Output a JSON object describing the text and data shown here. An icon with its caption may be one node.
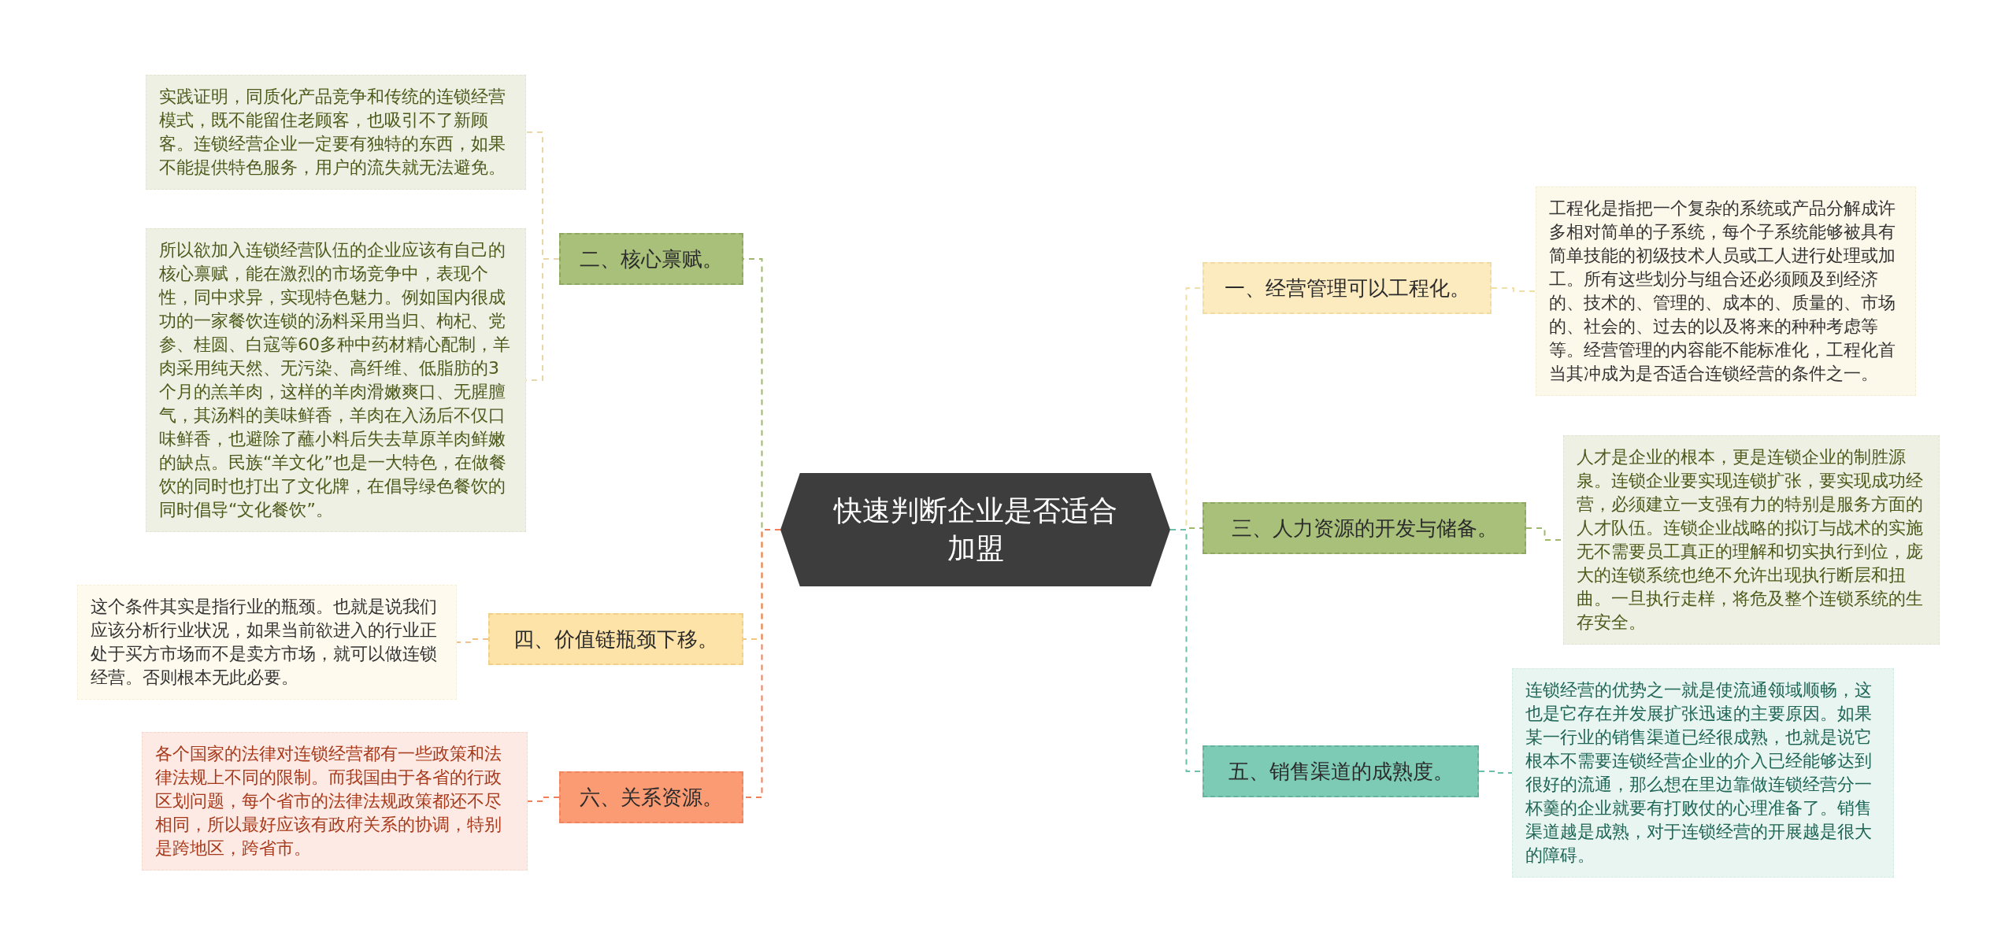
{
  "diagram": {
    "nodes": [
      {
        "text": [
          "快速判断企业是否适合加盟"
        ]
      },
      {
        "text": [
          "二、核心禀赋。"
        ]
      },
      {
        "text": [
          "实践证明，同质化产品竞争和传统的连锁经营模式，既不能留住老顾客，也吸引不了新顾客。连锁经营企业一定要有独特的东西，如果不能提供特色服务，用户的流失就无法避免。"
        ]
      },
      {
        "text": [
          "所以欲加入连锁经营队伍的企业应该有自己的核心禀赋，能在激烈的市场竞争中，表现个性，同中求异，实现特色魅力。例如国内很成功的一家餐饮连锁的汤料采用当归、枸杞、党参、桂圆、白寇等60多种中药材精心配制，羊肉采用纯天然、无污染、高纤维、低脂肪的3个月的羔羊肉，这样的羊肉滑嫩爽口、无腥膻气，其汤料的美味鲜香，羊肉在入汤后不仅口味鲜香，也避除了蘸小料后失去草原羊肉鲜嫩的缺点。民族“羊文化”也是一大特色，在做餐饮的同时也打出了文化牌，在倡导绿色餐饮的同时倡导“文化餐饮”。"
        ]
      },
      {
        "text": [
          "四、价值链瓶颈下移。"
        ]
      },
      {
        "text": [
          "这个条件其实是指行业的瓶颈。也就是说我们应该分析行业状况，如果当前欲进入的行业正处于买方市场而不是卖方市场，就可以做连锁经营。否则根本无此必要。"
        ]
      },
      {
        "text": [
          "六、关系资源。"
        ]
      },
      {
        "text": [
          "各个国家的法律对连锁经营都有一些政策和法律法规上不同的限制。而我国由于各省的行政区划问题，每个省市的法律法规政策都还不尽相同，所以最好应该有政府关系的协调，特别是跨地区，跨省市。"
        ]
      },
      {
        "text": [
          "一、经营管理可以工程化。"
        ]
      },
      {
        "text": [
          "工程化是指把一个复杂的系统或产品分解成许多相对简单的子系统，每个子系统能够被具有简单技能的初级技术人员或工人进行处理或加工。所有这些划分与组合还必须顾及到经济的、技术的、管理的、成本的、质量的、市场的、社会的、过去的以及将来的种种考虑等等。经营管理的内容能不能标准化，工程化首当其冲成为是否适合连锁经营的条件之一。"
        ]
      },
      {
        "text": [
          "三、人力资源的开发与储备。"
        ]
      },
      {
        "text": [
          "人才是企业的根本，更是连锁企业的制胜源泉。连锁企业要实现连锁扩张，要实现成功经营，必须建立一支强有力的特别是服务方面的人才队伍。连锁企业战略的拟订与战术的实施无不需要员工真正的理解和切实执行到位，庞大的连锁系统也绝不允许出现执行断层和扭曲。一旦执行走样，将危及整个连锁系统的生存安全。"
        ]
      },
      {
        "text": [
          "五、销售渠道的成熟度。"
        ]
      },
      {
        "text": [
          "连锁经营的优势之一就是使流通领域顺畅，这也是它存在并发展扩张迅速的主要原因。如果某一行业的销售渠道已经很成熟，也就是说它根本不需要连锁经营企业的介入已经能够达到很好的流通，那么想在里边靠做连锁经营分一杯羹的企业就要有打败仗的心理准备了。销售渠道越是成熟，对于连锁经营的开展越是很大的障碍。"
        ]
      }
    ],
    "edges": [
      {
        "from": 0,
        "to": 1,
        "arrow": "none",
        "style": "dashed",
        "color": "#9fb86a"
      },
      {
        "from": 1,
        "to": 2,
        "arrow": "none",
        "style": "dashed",
        "color": "#e8d8a8"
      },
      {
        "from": 1,
        "to": 3,
        "arrow": "none",
        "style": "dashed",
        "color": "#e8d8a8"
      },
      {
        "from": 0,
        "to": 4,
        "arrow": "none",
        "style": "dashed",
        "color": "#f2c77e"
      },
      {
        "from": 4,
        "to": 5,
        "arrow": "none",
        "style": "dashed",
        "color": "#f0c08a"
      },
      {
        "from": 0,
        "to": 6,
        "arrow": "none",
        "style": "dashed",
        "color": "#f0805a"
      },
      {
        "from": 6,
        "to": 7,
        "arrow": "none",
        "style": "dashed",
        "color": "#f0805a"
      },
      {
        "from": 0,
        "to": 8,
        "arrow": "none",
        "style": "dashed",
        "color": "#f2dfa6"
      },
      {
        "from": 8,
        "to": 9,
        "arrow": "none",
        "style": "dashed",
        "color": "#f2dfa6"
      },
      {
        "from": 0,
        "to": 10,
        "arrow": "none",
        "style": "dashed",
        "color": "#9fb86a"
      },
      {
        "from": 10,
        "to": 11,
        "arrow": "none",
        "style": "dashed",
        "color": "#9fb86a"
      },
      {
        "from": 0,
        "to": 12,
        "arrow": "none",
        "style": "dashed",
        "color": "#6cc0aa"
      },
      {
        "from": 12,
        "to": 13,
        "arrow": "none",
        "style": "dashed",
        "color": "#6cc0aa"
      }
    ]
  }
}
